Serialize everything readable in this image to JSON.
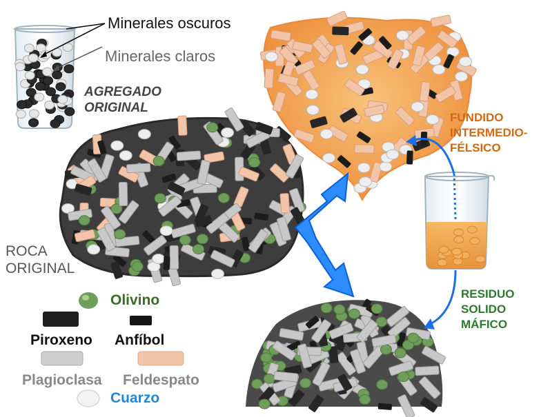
{
  "labels": {
    "dark_minerals": "Minerales oscuros",
    "light_minerals": "Minerales claros",
    "aggregate": [
      "AGREGADO",
      "ORIGINAL"
    ],
    "rock": [
      "ROCA",
      "ORIGINAL"
    ],
    "melt": [
      "FUNDIDO",
      "INTERMEDIO-",
      "FÉLSICO"
    ],
    "residue": [
      "RESIDUO",
      "SOLIDO",
      "MÁFICO"
    ]
  },
  "legend": {
    "olivine": "Olivino",
    "pyroxene": "Piroxeno",
    "amphibole": "Anfíbol",
    "plagioclase": "Plagioclasa",
    "feldspar": "Feldespato",
    "quartz": "Cuarzo"
  },
  "colors": {
    "olivine": "#6f9e5a",
    "pyroxene": "#262626",
    "amphibole": "#1c1c1c",
    "plagioclase": "#c8c8c8",
    "feldspar": "#f2c4a8",
    "quartz": "#eeeeee",
    "melt": "#f0a050",
    "arrow": "#1a75ff",
    "legend_olivine_text": "#3a6b2a",
    "legend_quartz_text": "#1a88e0",
    "melt_text": "#d06a10",
    "residue_text": "#2d7a2d",
    "rock_text": "#555555"
  }
}
